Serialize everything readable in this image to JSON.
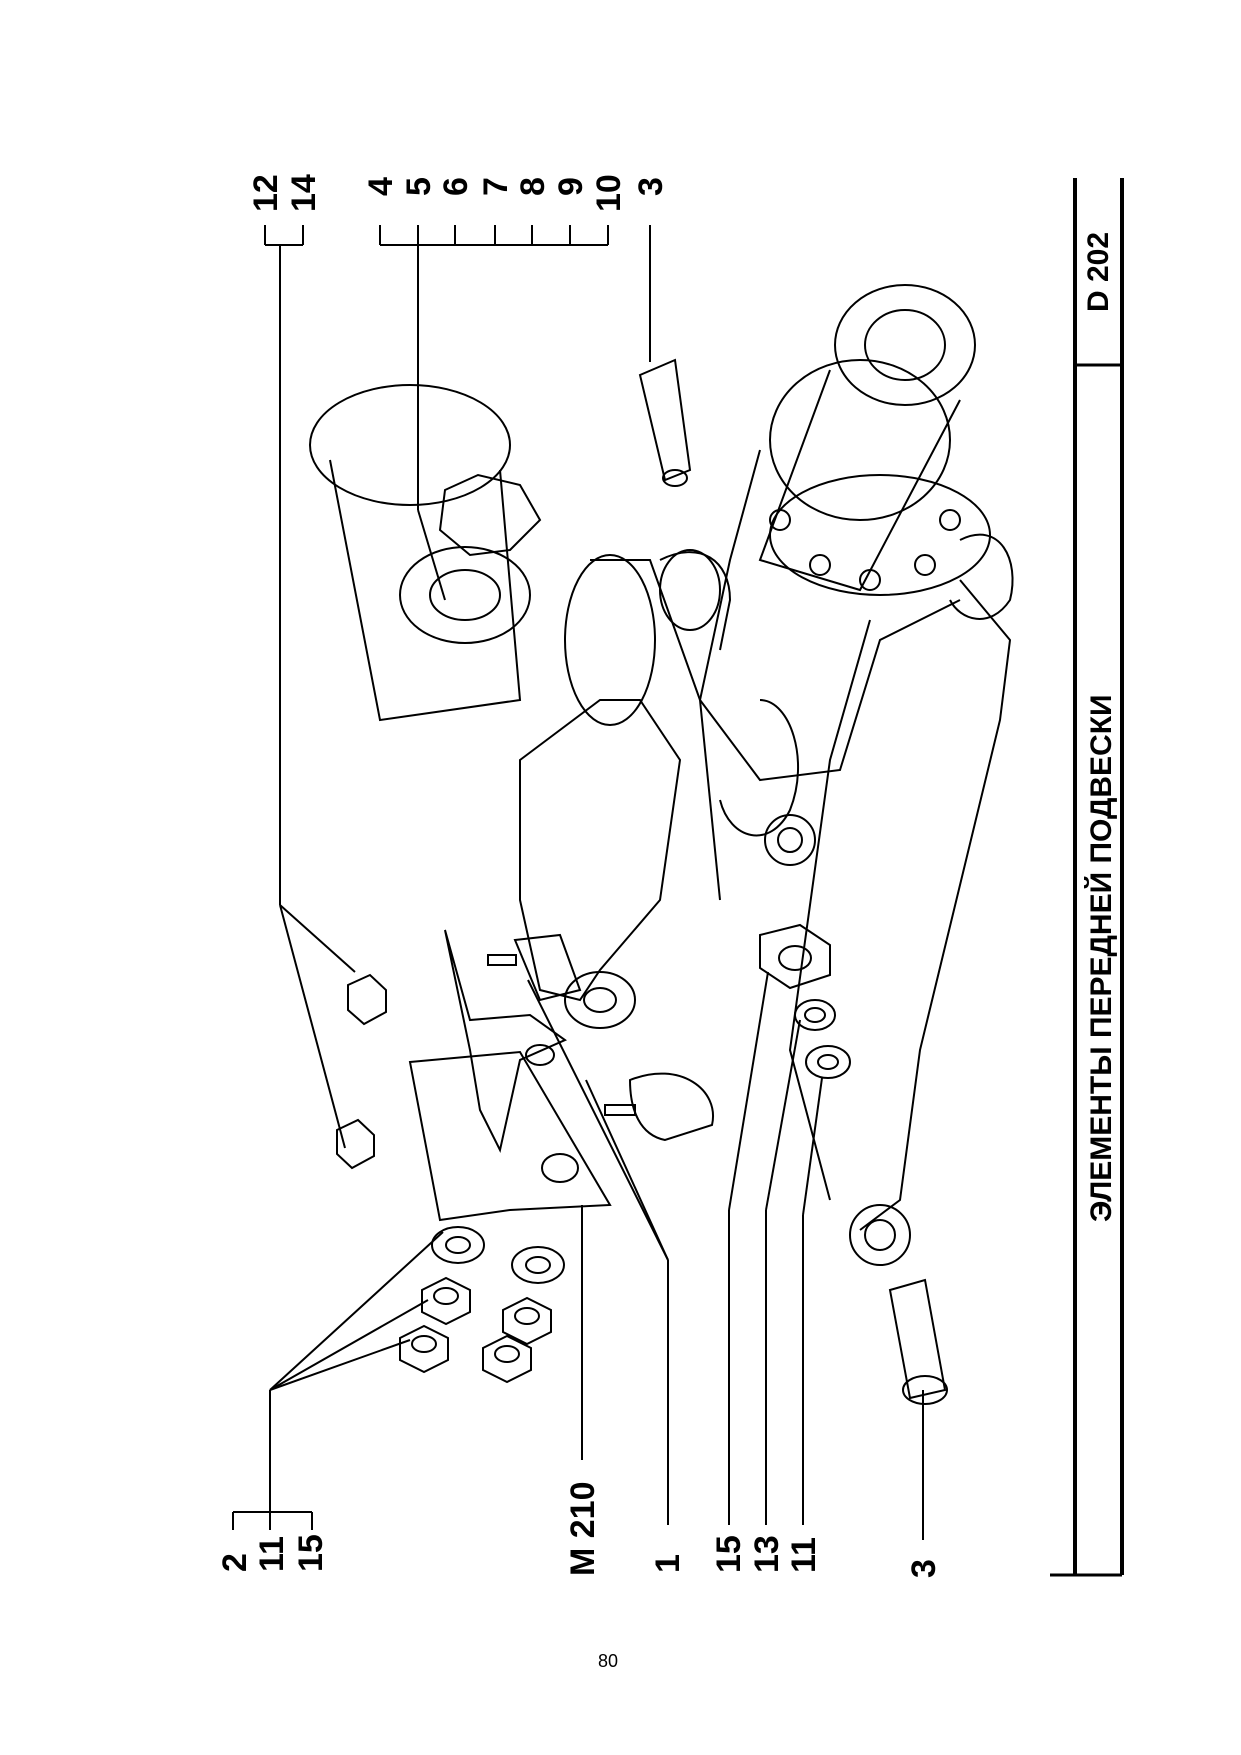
{
  "title": "ЭЛЕМЕНТЫ ПЕРЕДНЕЙ ПОДВЕСКИ",
  "code": "D 202",
  "page_number": "80",
  "callouts": {
    "g_2": "2",
    "g_11": "11",
    "g_15": "15",
    "m210": "M 210",
    "c1": "1",
    "c15": "15",
    "c13": "13",
    "c11": "11",
    "c3_bottom": "3",
    "t12": "12",
    "t14": "14",
    "t4": "4",
    "t5": "5",
    "t6": "6",
    "t7": "7",
    "t8": "8",
    "t9": "9",
    "t10": "10",
    "t3": "3"
  }
}
